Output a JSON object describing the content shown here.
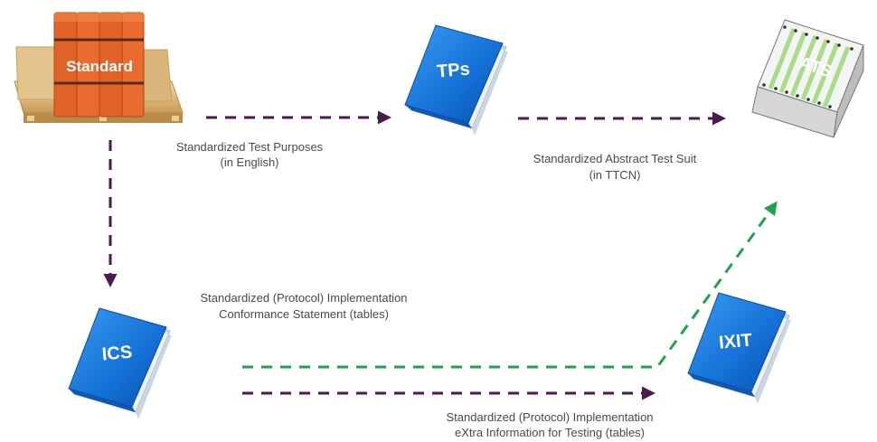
{
  "nodes": {
    "standard": {
      "label": "Standard"
    },
    "tps": {
      "label": "TPs"
    },
    "ats": {
      "label": "ATS"
    },
    "ics": {
      "label": "ICS"
    },
    "ixit": {
      "label": "IXIT"
    }
  },
  "captions": {
    "tp": {
      "line1": "Standardized Test Purposes",
      "line2": "(in English)"
    },
    "ats": {
      "line1": "Standardized Abstract Test Suit",
      "line2": "(in TTCN)"
    },
    "ics": {
      "line1": "Standardized (Protocol) Implementation",
      "line2": "Conformance Statement (tables)"
    },
    "ixit": {
      "line1": "Standardized (Protocol) Implementation",
      "line2": "eXtra Information for Testing (tables)"
    }
  },
  "colors": {
    "purple_arrow": "#4b1a4e",
    "green_arrow": "#1fa24a",
    "book_blue": "#1470d6",
    "standard_orange": "#e0632a",
    "standard_wood": "#e7c893",
    "ats_green": "#a6dd86"
  }
}
